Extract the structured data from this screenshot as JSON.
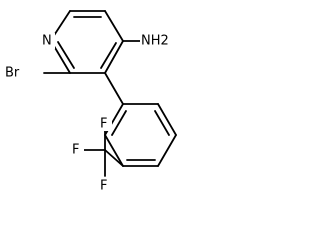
{
  "structure": {
    "atoms": {
      "n_ring": "N",
      "amine": "NH2",
      "bromine": "Br",
      "fluorine_top": "F",
      "fluorine_left": "F",
      "fluorine_bottom": "F"
    }
  }
}
